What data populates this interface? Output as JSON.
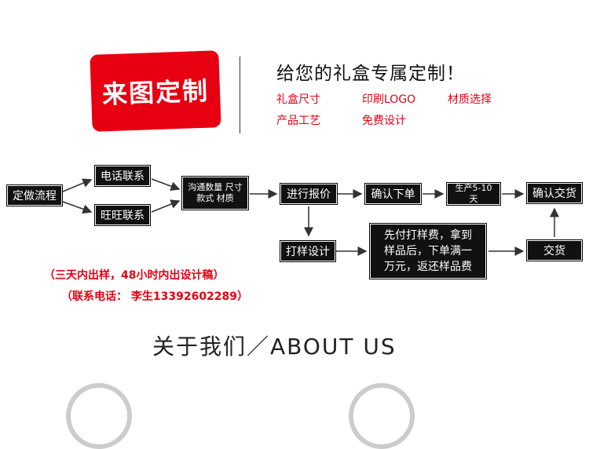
{
  "logo": {
    "text": "来图定制"
  },
  "headline": "给您的礼盒专属定制！",
  "features": [
    "礼盒尺寸",
    "印刷LOGO",
    "材质选择",
    "产品工艺",
    "免费设计"
  ],
  "flow": {
    "start": "定做流程",
    "phone": "电话联系",
    "wangwang": "旺旺联系",
    "communicate_line1": "沟通数量 尺寸",
    "communicate_line2": "款式 材质",
    "quote": "进行报价",
    "confirm": "确认下单",
    "production_line1": "生产5-10",
    "production_line2": "天",
    "confirm_delivery": "确认交货",
    "sample": "打样设计",
    "sample_fee_line1": "先付打样费，拿到",
    "sample_fee_line2": "样品后，下单满一",
    "sample_fee_line3": "万元，返还样品费",
    "deliver": "交货"
  },
  "notes": {
    "line1": "（三天内出样，48小时内出设计稿）",
    "line2": "（联系电话：  李生13392602289）"
  },
  "about": "关于我们／ABOUT US"
}
